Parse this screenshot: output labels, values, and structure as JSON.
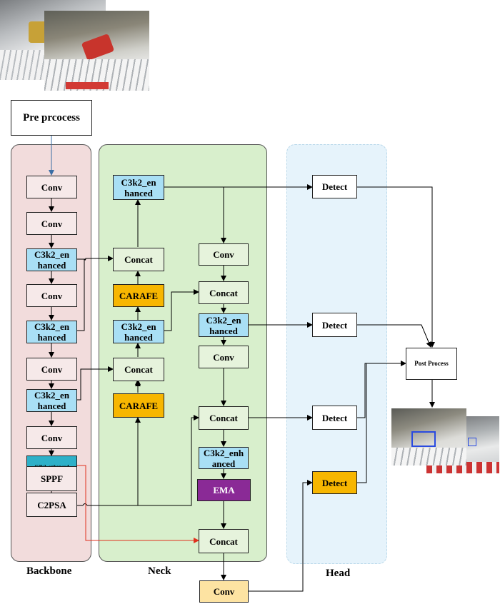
{
  "regions": {
    "backbone": "Backbone",
    "neck": "Neck",
    "head": "Head"
  },
  "pre_process": "Pre prcocess",
  "post_process": "Post Process",
  "backbone": {
    "conv1": "Conv",
    "conv2": "Conv",
    "c3k2_1": "C3k2_en hanced",
    "conv3": "Conv",
    "c3k2_2": "C3k2_en hanced",
    "conv4": "Conv",
    "c3k2_3": "C3k2_en hanced",
    "conv5": "Conv",
    "c3k2_4": "C3k2_enhanced",
    "sppf": "SPPF",
    "c2psa": "C2PSA"
  },
  "neck": {
    "c3k2_top": "C3k2_en hanced",
    "concat1": "Concat",
    "carafe1": "CARAFE",
    "c3k2_mid": "C3k2_en hanced",
    "concat2": "Concat",
    "carafe2": "CARAFE",
    "conv_a": "Conv",
    "concat3": "Concat",
    "c3k2_right": "C3k2_en hanced",
    "conv_b": "Conv",
    "concat4": "Concat",
    "c3k2_right2": "C3k2_enh anced",
    "ema": "EMA",
    "concat5": "Concat"
  },
  "final_conv": "Conv",
  "head": {
    "detect1": "Detect",
    "detect2": "Detect",
    "detect3": "Detect",
    "detect4": "Detect"
  },
  "colors": {
    "backbone_bg": "#f2dcdc",
    "neck_bg": "#d8efcc",
    "head_bg": "#e6f3fb",
    "cyan": "#a9dff5",
    "orange": "#f7b600",
    "purple": "#8a2a96",
    "teal": "#2eb0c8",
    "red_arrow": "#e0301e"
  }
}
